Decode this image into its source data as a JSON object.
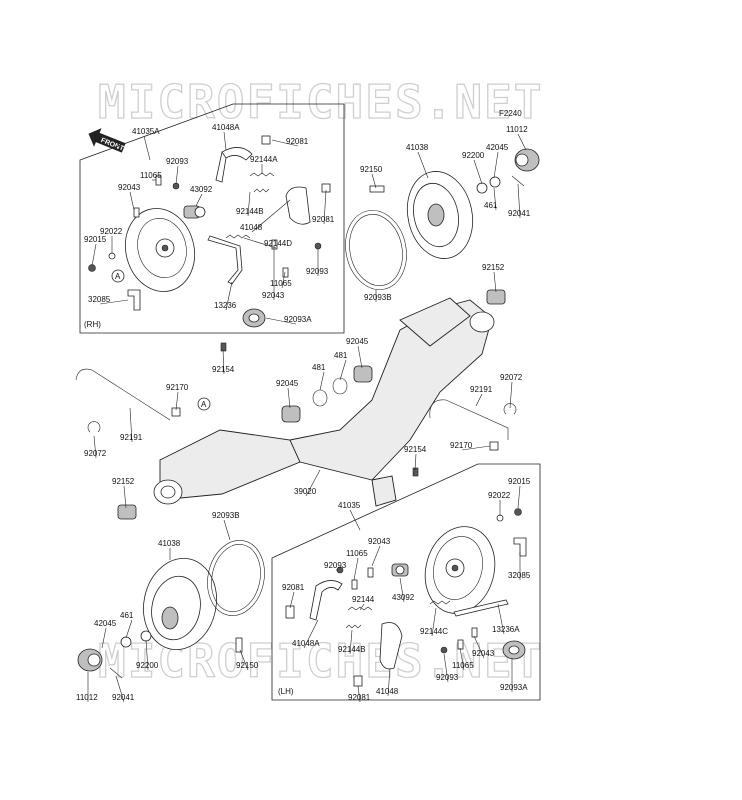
{
  "figure_code": "F2240",
  "watermark": "MICROFICHES.NET",
  "front_label": "FRONT",
  "side_labels": {
    "rh": "(RH)",
    "lh": "(LH)"
  },
  "ref_mark": "A",
  "parts": [
    {
      "id": "41035A"
    },
    {
      "id": "41048A"
    },
    {
      "id": "92081"
    },
    {
      "id": "92093"
    },
    {
      "id": "92144A"
    },
    {
      "id": "11065"
    },
    {
      "id": "43092"
    },
    {
      "id": "92043"
    },
    {
      "id": "92144B"
    },
    {
      "id": "92081"
    },
    {
      "id": "92022"
    },
    {
      "id": "41048"
    },
    {
      "id": "92015"
    },
    {
      "id": "92144D"
    },
    {
      "id": "92093"
    },
    {
      "id": "11065"
    },
    {
      "id": "92043"
    },
    {
      "id": "32085"
    },
    {
      "id": "13236"
    },
    {
      "id": "92093A"
    },
    {
      "id": "92154"
    },
    {
      "id": "41038"
    },
    {
      "id": "92150"
    },
    {
      "id": "92200"
    },
    {
      "id": "42045"
    },
    {
      "id": "11012"
    },
    {
      "id": "461"
    },
    {
      "id": "92041"
    },
    {
      "id": "92093B"
    },
    {
      "id": "92152"
    },
    {
      "id": "92045"
    },
    {
      "id": "481"
    },
    {
      "id": "92045"
    },
    {
      "id": "481"
    },
    {
      "id": "92170"
    },
    {
      "id": "92191"
    },
    {
      "id": "92072"
    },
    {
      "id": "92191"
    },
    {
      "id": "92072"
    },
    {
      "id": "92170"
    },
    {
      "id": "92154"
    },
    {
      "id": "92152"
    },
    {
      "id": "39020"
    },
    {
      "id": "92093B"
    },
    {
      "id": "41035"
    },
    {
      "id": "92043"
    },
    {
      "id": "11065"
    },
    {
      "id": "92093"
    },
    {
      "id": "92022"
    },
    {
      "id": "92015"
    },
    {
      "id": "41038"
    },
    {
      "id": "92081"
    },
    {
      "id": "43092"
    },
    {
      "id": "32085"
    },
    {
      "id": "92144"
    },
    {
      "id": "461"
    },
    {
      "id": "42045"
    },
    {
      "id": "41048A"
    },
    {
      "id": "92144C"
    },
    {
      "id": "13236A"
    },
    {
      "id": "92150"
    },
    {
      "id": "92200"
    },
    {
      "id": "92144B"
    },
    {
      "id": "11065"
    },
    {
      "id": "92093"
    },
    {
      "id": "92043"
    },
    {
      "id": "41048"
    },
    {
      "id": "92093A"
    },
    {
      "id": "11012"
    },
    {
      "id": "92041"
    },
    {
      "id": "92081"
    }
  ]
}
